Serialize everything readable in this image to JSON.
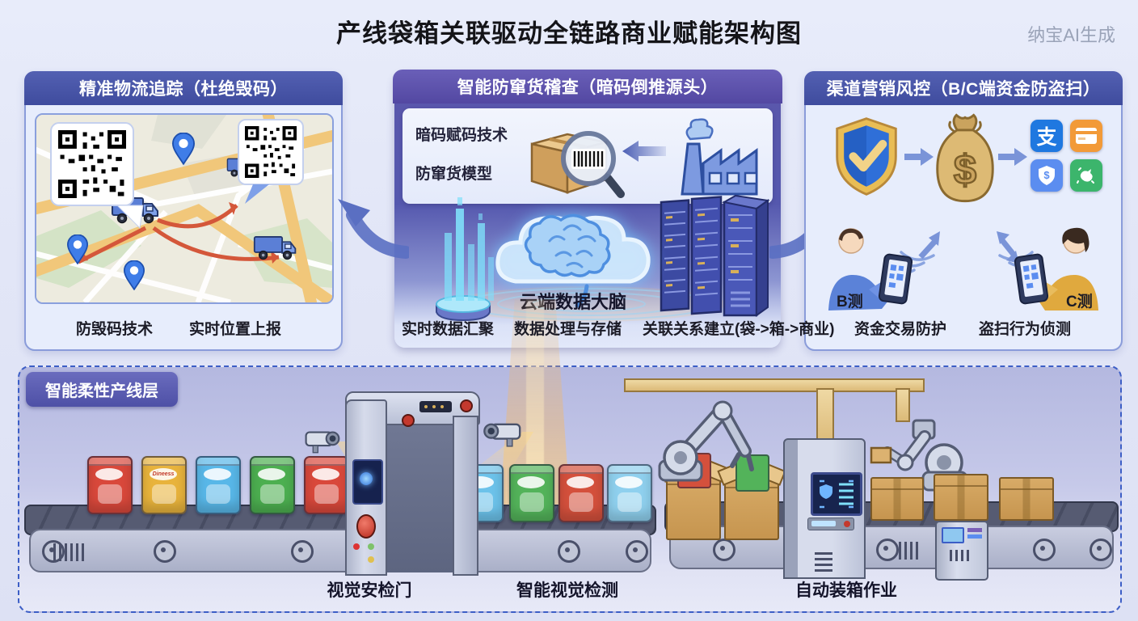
{
  "page": {
    "title": "产线袋箱关联驱动全链路商业赋能架构图",
    "watermark": "纳宝AI生成"
  },
  "panels": {
    "logistics": {
      "title": "精准物流追踪（杜绝毁码）",
      "footer_labels": [
        "防毁码技术",
        "实时位置上报"
      ]
    },
    "inspection": {
      "title": "智能防窜货稽查（暗码倒推源头）",
      "tech_line1": "暗码赋码技术",
      "tech_line2": "防窜货模型",
      "core_label": "云端数据大脑",
      "footer_labels": [
        "实时数据汇聚",
        "数据处理与存储",
        "关联关系建立(袋->箱->商业)"
      ]
    },
    "risk": {
      "title": "渠道营销风控（B/C端资金防盗扫）",
      "b_side_label": "B测",
      "c_side_label": "C测",
      "footer_labels": [
        "资金交易防护",
        "盗扫行为侦测"
      ]
    },
    "production": {
      "title": "智能柔性产线层",
      "bag_brand": "Dineess",
      "station_labels": [
        "视觉安检门",
        "智能视觉检测",
        "自动装箱作业"
      ]
    }
  },
  "colors": {
    "header_blue": "#3f4c9e",
    "header_purple": "#5348a2",
    "panel_purple": "#5b57ab",
    "panel_bg": "#e7edfc",
    "beam_orange": "#f6b75f",
    "route_red": "#d4573a",
    "pin_blue": "#3f7de8",
    "shield_blue": "#2f6fd8",
    "shield_gold": "#e9bd55",
    "money_bag_tan": "#d9b66f",
    "carton_tan": "#d8ab67",
    "cloud_glow_blue": "#a9d2f7",
    "belt_gray": "#565b72"
  }
}
